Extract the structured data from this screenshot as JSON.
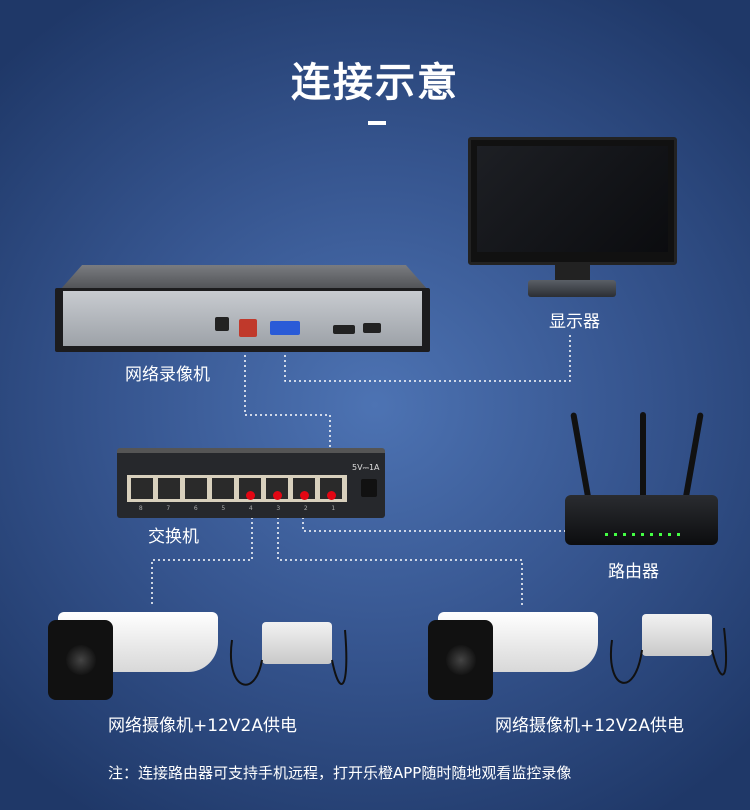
{
  "title": "连接示意",
  "devices": {
    "monitor": "显示器",
    "nvr": "网络录像机",
    "switch": "交换机",
    "router": "路由器",
    "camera_left": "网络摄像机+12V2A供电",
    "camera_right": "网络摄像机+12V2A供电"
  },
  "switch_ports": [
    "8",
    "7",
    "6",
    "5",
    "4",
    "3",
    "2",
    "1"
  ],
  "switch_power": "5V⎓1A",
  "note": "注：连接路由器可支持手机远程，打开乐橙APP随时随地观看监控录像",
  "colors": {
    "port_marker": "#e30613",
    "line": "#ffffff"
  }
}
